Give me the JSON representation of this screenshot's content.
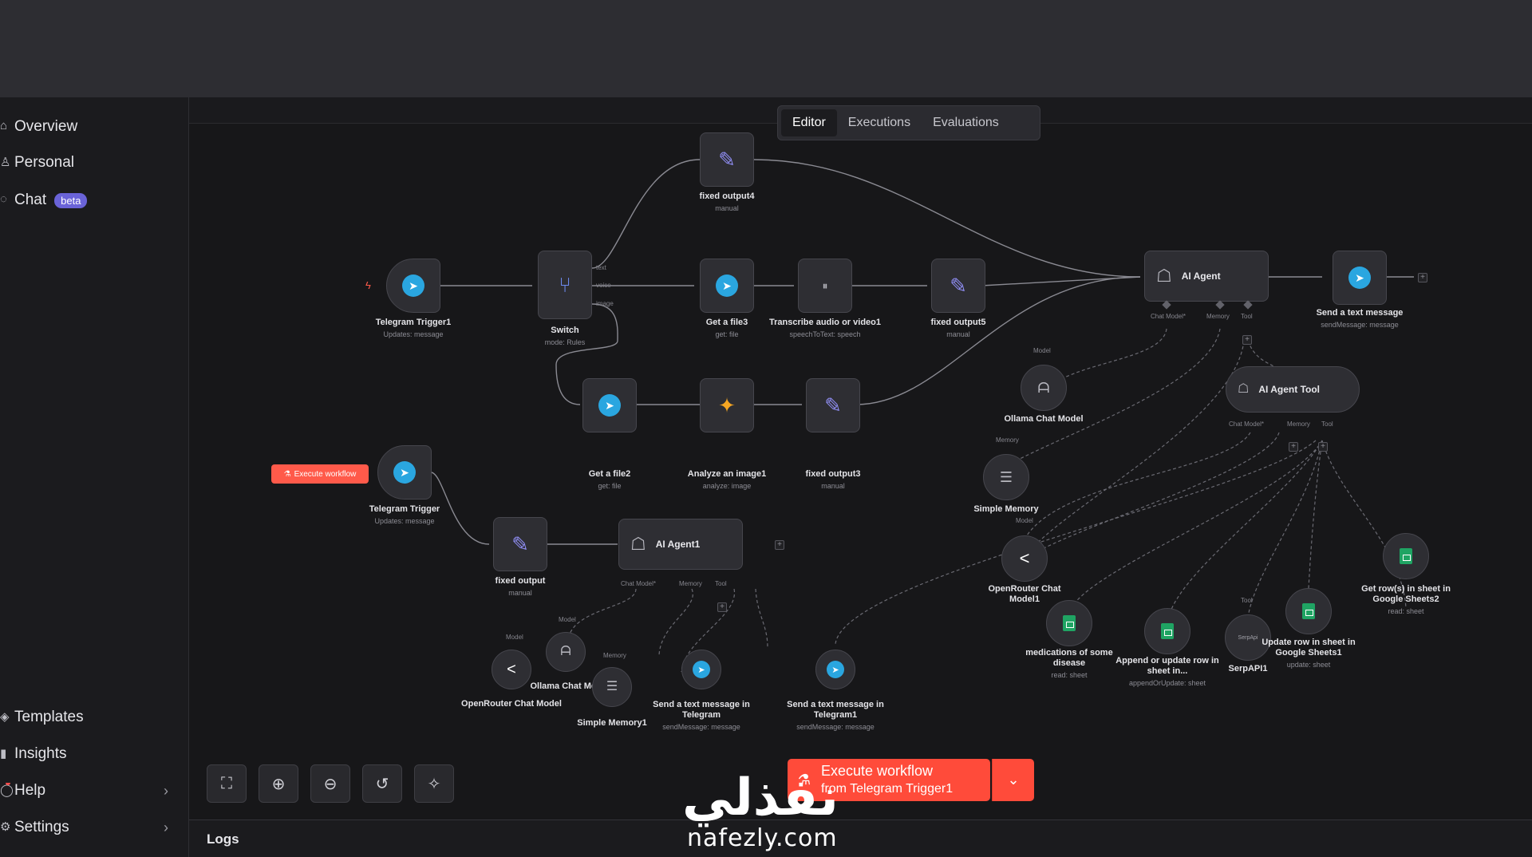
{
  "sidebar": {
    "overview": "Overview",
    "personal": "Personal",
    "chat": "Chat",
    "chat_badge": "beta",
    "templates": "Templates",
    "insights": "Insights",
    "help": "Help",
    "settings": "Settings"
  },
  "tabs": {
    "editor": "Editor",
    "executions": "Executions",
    "evaluations": "Evaluations"
  },
  "nodes": {
    "fixed_output4": {
      "name": "fixed output4",
      "sub": "manual"
    },
    "telegram_trigger1": {
      "name": "Telegram Trigger1",
      "sub": "Updates: message"
    },
    "switch": {
      "name": "Switch",
      "sub": "mode: Rules"
    },
    "switch_out": {
      "text": "text",
      "voice": "voice",
      "image": "image"
    },
    "get_a_file3": {
      "name": "Get a file3",
      "sub": "get: file"
    },
    "transcribe": {
      "name": "Transcribe audio or video1",
      "sub": "speechToText: speech"
    },
    "fixed_output5": {
      "name": "fixed output5",
      "sub": "manual"
    },
    "ai_agent": {
      "name": "AI Agent"
    },
    "send_text": {
      "name": "Send a text message",
      "sub": "sendMessage: message"
    },
    "ai_agent_tool": {
      "name": "AI Agent Tool"
    },
    "ollama_chat_model": {
      "name": "Ollama Chat Model"
    },
    "simple_memory": {
      "name": "Simple Memory"
    },
    "openrouter_chat_model1": {
      "name": "OpenRouter Chat Model1"
    },
    "medications": {
      "name": "medications of some disease",
      "sub": "read: sheet"
    },
    "append_update": {
      "name": "Append or update row in sheet in...",
      "sub": "appendOrUpdate: sheet"
    },
    "serpapi1": {
      "name": "SerpAPI1"
    },
    "update_row": {
      "name": "Update row in sheet in Google Sheets1",
      "sub": "update: sheet"
    },
    "get_rows": {
      "name": "Get row(s) in sheet in Google Sheets2",
      "sub": "read: sheet"
    },
    "get_a_file2": {
      "name": "Get a file2",
      "sub": "get: file"
    },
    "analyze_image1": {
      "name": "Analyze an image1",
      "sub": "analyze: image"
    },
    "fixed_output3": {
      "name": "fixed output3",
      "sub": "manual"
    },
    "telegram_trigger": {
      "name": "Telegram Trigger",
      "sub": "Updates: message"
    },
    "fixed_output": {
      "name": "fixed output",
      "sub": "manual"
    },
    "ai_agent1": {
      "name": "AI Agent1"
    },
    "openrouter_chat_model": {
      "name": "OpenRouter Chat Model"
    },
    "ollama_chat_model_b": {
      "name": "Ollama Chat Model"
    },
    "simple_memory1": {
      "name": "Simple Memory1"
    },
    "send_text_tg": {
      "name": "Send a text message in Telegram",
      "sub": "sendMessage: message"
    },
    "send_text_tg1": {
      "name": "Send a text message in Telegram1",
      "sub": "sendMessage: message"
    }
  },
  "ports": {
    "chat_model": "Chat Model*",
    "memory": "Memory",
    "tool": "Tool",
    "model": "Model",
    "serpapi_icon": "SerpApi"
  },
  "execute_pill": "Execute workflow",
  "execute_button": {
    "line1": "Execute workflow",
    "line2": "from Telegram Trigger1"
  },
  "logs": "Logs",
  "watermark": {
    "arabic": "نفذلي",
    "latin": "nafezly.com"
  }
}
